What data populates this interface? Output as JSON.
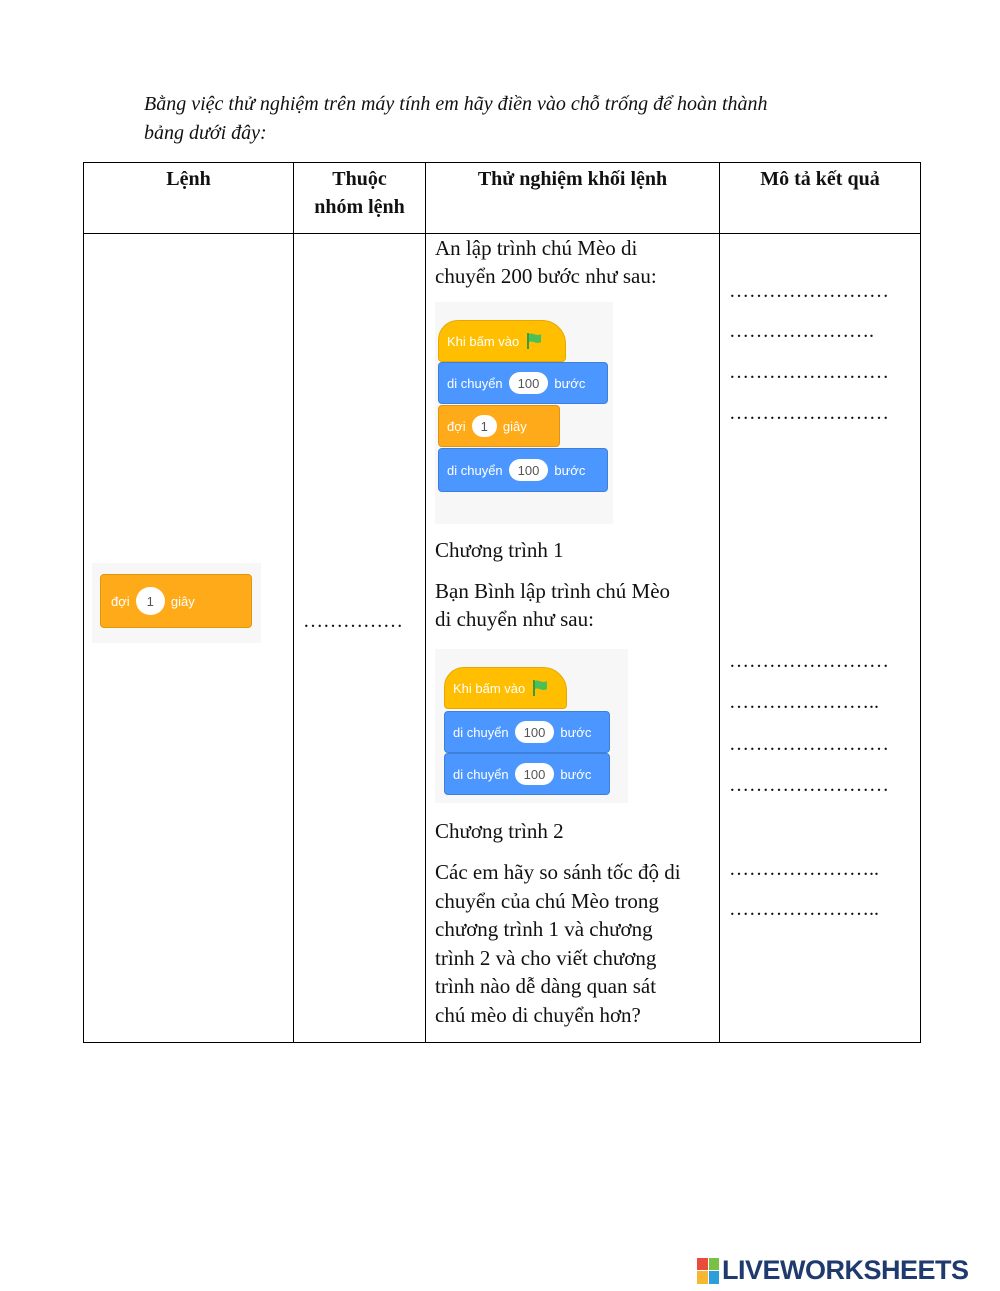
{
  "instruction": {
    "line1": "Bằng việc thử nghiệm trên máy tính em hãy điền vào chỗ trống để hoàn thành",
    "line2": "bảng dưới đây:"
  },
  "table": {
    "headers": {
      "col1": "Lệnh",
      "col2_line1": "Thuộc",
      "col2_line2": "nhóm lệnh",
      "col3": "Thử nghiệm khối lệnh",
      "col4": "Mô tả kết quả"
    },
    "command_block": {
      "label": "đợi",
      "value": "1",
      "unit": "giây"
    },
    "group_blank": "……………",
    "program1": {
      "intro_line1": "An lập trình chú Mèo di",
      "intro_line2": "chuyển 200 bước như sau:",
      "blocks": [
        {
          "type": "hat",
          "text": "Khi bấm vào",
          "icon": "green-flag-icon"
        },
        {
          "type": "move",
          "text": "di chuyển",
          "value": "100",
          "unit": "bước"
        },
        {
          "type": "wait",
          "text": "đợi",
          "value": "1",
          "unit": "giây"
        },
        {
          "type": "move",
          "text": "di chuyển",
          "value": "100",
          "unit": "bước"
        }
      ],
      "caption": "Chương trình 1"
    },
    "program2": {
      "intro_line1": "Bạn Bình lập trình chú Mèo",
      "intro_line2": "di chuyển như sau:",
      "blocks": [
        {
          "type": "hat",
          "text": "Khi bấm vào",
          "icon": "green-flag-icon"
        },
        {
          "type": "move",
          "text": "di chuyển",
          "value": "100",
          "unit": "bước"
        },
        {
          "type": "move",
          "text": "di chuyển",
          "value": "100",
          "unit": "bước"
        }
      ],
      "caption": "Chương trình 2"
    },
    "question_lines": [
      "Các em hãy so sánh tốc độ di",
      "chuyển của chú Mèo trong",
      "chương trình 1 và chương",
      "trình 2 và cho viết chương",
      "trình nào dễ dàng quan sát",
      "chú mèo di chuyển hơn?"
    ],
    "answer_blanks": [
      "……………………",
      "………………….",
      "……………………",
      "……………………",
      "……………………",
      "…………………..",
      "……………………",
      "……………………",
      "…………………..",
      "………………….."
    ]
  },
  "logo": {
    "text": "LIVEWORKSHEETS"
  },
  "colors": {
    "motion_blue": "#4c97ff",
    "control_orange": "#ffab19",
    "events_yellow": "#ffbf00",
    "flag_green": "#4cbf56",
    "logo_navy": "#1e3a6e"
  }
}
